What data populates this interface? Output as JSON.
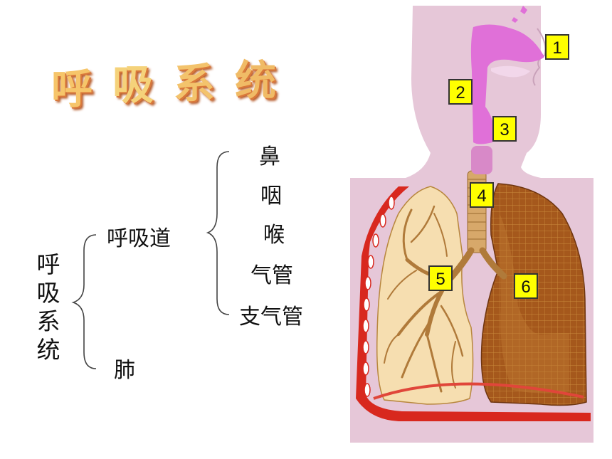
{
  "title": [
    "呼",
    "吸",
    "系",
    "统"
  ],
  "tree": {
    "root": "呼吸系统",
    "branch_airway": "呼吸道",
    "branch_lung": "肺",
    "airway_parts": [
      "鼻",
      "咽",
      "喉",
      "气管",
      "支气管"
    ]
  },
  "markers": [
    "1",
    "2",
    "3",
    "4",
    "5",
    "6"
  ],
  "colors": {
    "skin": "#e6c7d8",
    "airway_upper": "#e070d8",
    "trachea": "#d7a86a",
    "lung_left": "#f6deb0",
    "lung_right": "#a5581c",
    "rib": "#d8281e",
    "badge": "#ffff00"
  }
}
